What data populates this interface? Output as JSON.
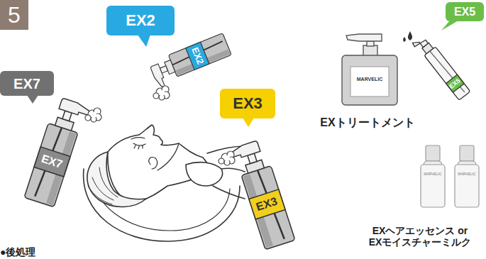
{
  "diagram": {
    "nodes": [
      {
        "text": [
          "5"
        ]
      },
      {
        "text": [
          "EX2"
        ]
      },
      {
        "text": [
          "EX5"
        ]
      },
      {
        "text": [
          "EX7"
        ]
      },
      {
        "text": [
          "EX3"
        ]
      }
    ],
    "labels": [
      "EX7",
      "EX2",
      "EX3",
      "EX5",
      "MARVELIC",
      "EXトリートメント",
      "MARVELIC",
      "MARVELIC",
      "EXヘアエッセンス or EXモイスチャーミルク",
      "●後処理"
    ]
  }
}
